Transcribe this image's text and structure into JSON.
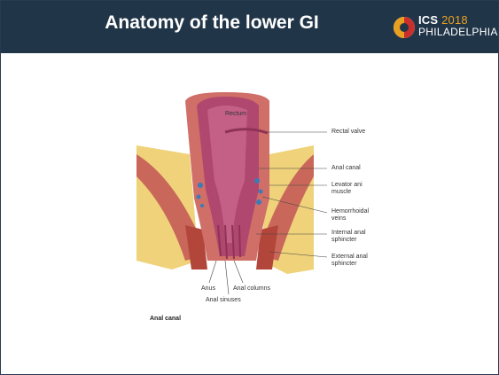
{
  "slide": {
    "title": "Anatomy of the lower GI",
    "logo": {
      "ics": "ICS",
      "year": "2018",
      "city": "PHILADELPHIA"
    }
  },
  "figure": {
    "labels": {
      "rectum": "Rectum",
      "rectal_valve": "Rectal valve",
      "anal_canal": "Anal canal",
      "levator_ani_1": "Levator ani",
      "levator_ani_2": "muscle",
      "hemorrhoidal_1": "Hemorrhoidal",
      "hemorrhoidal_2": "veins",
      "internal_1": "Internal anal",
      "internal_2": "sphincter",
      "external_1": "External anal",
      "external_2": "sphincter",
      "anus": "Anus",
      "anal_columns": "Anal columns",
      "anal_sinuses": "Anal sinuses"
    },
    "caption": "Anal canal"
  }
}
